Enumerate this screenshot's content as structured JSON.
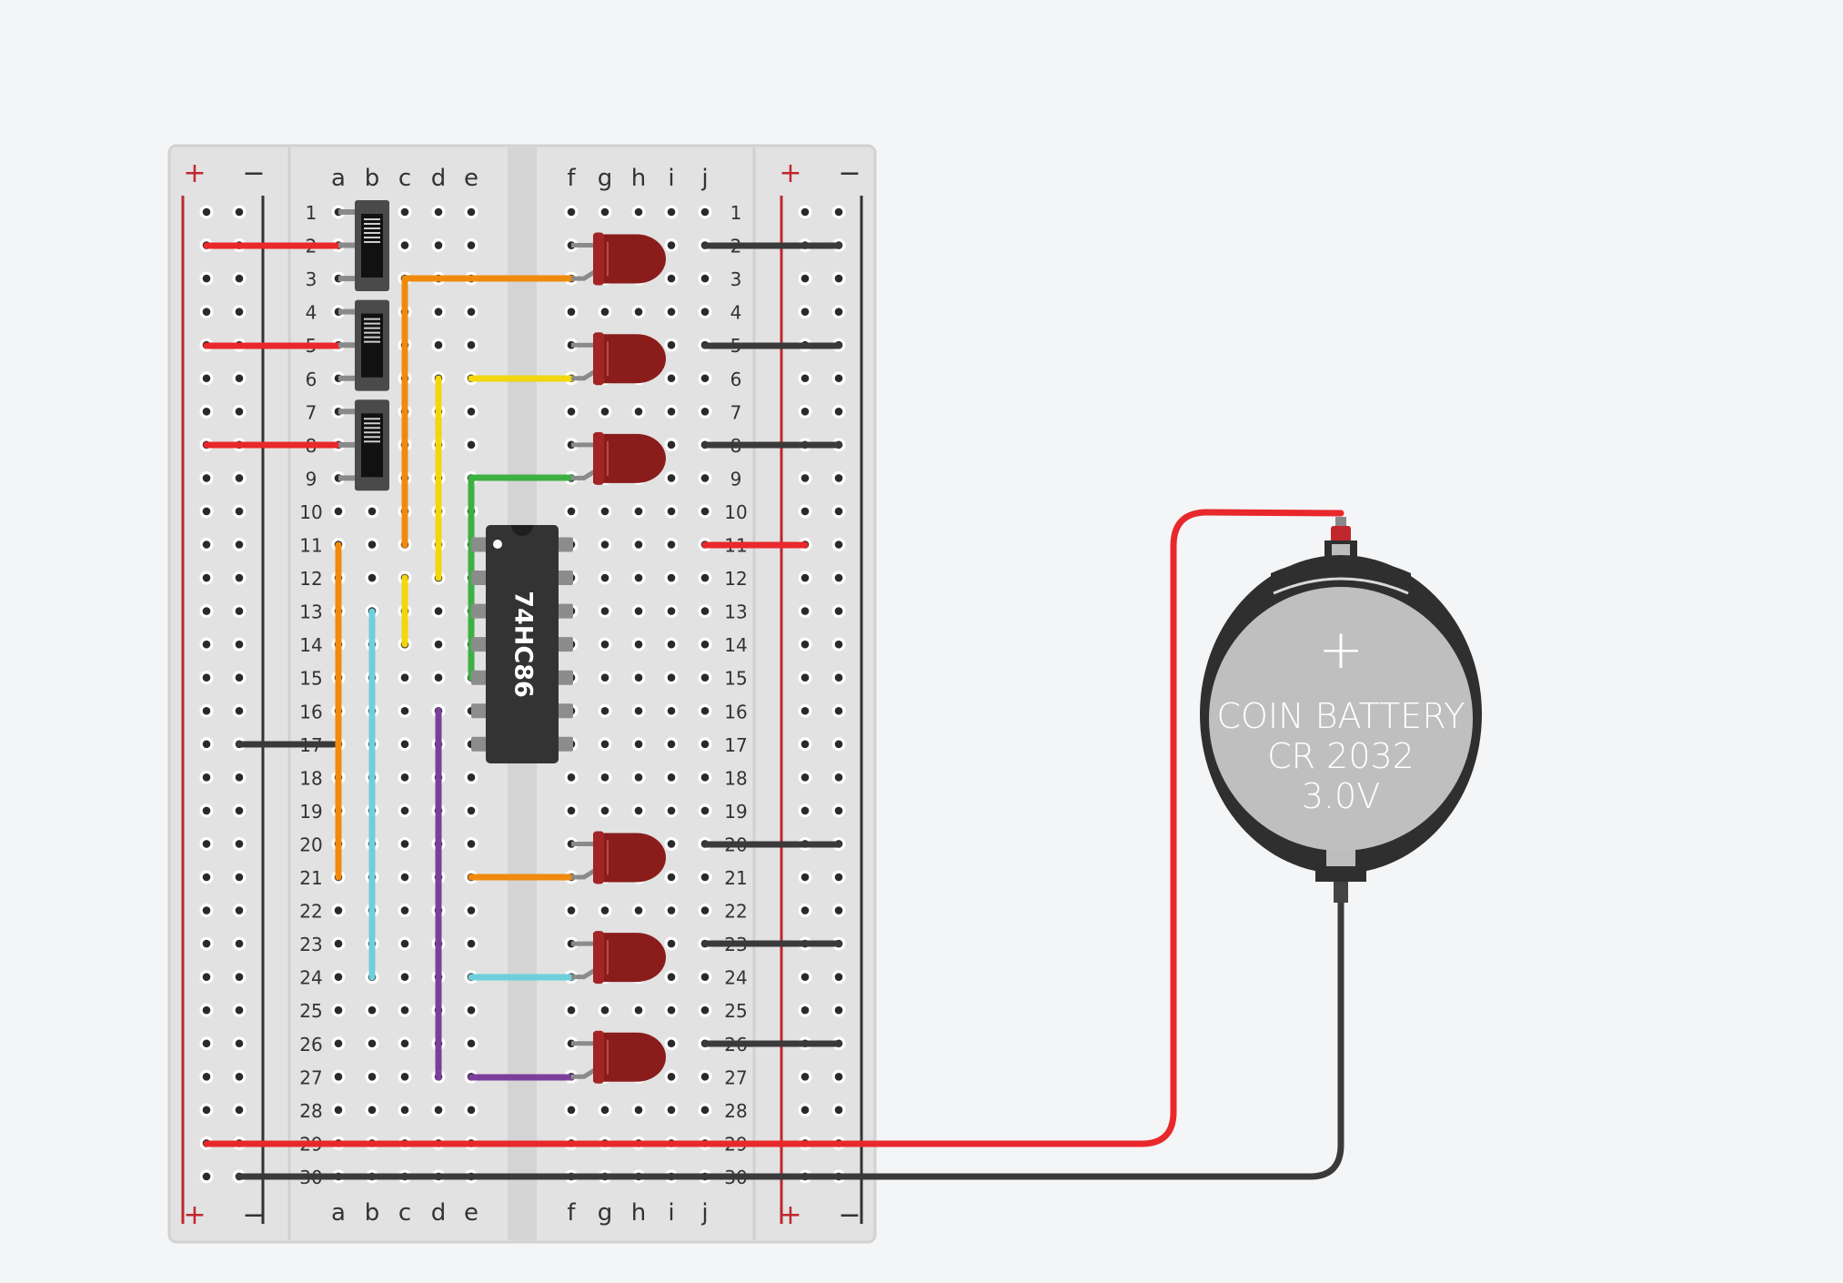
{
  "breadboard": {
    "rail_plus": "+",
    "rail_minus": "−",
    "columns_left": [
      "a",
      "b",
      "c",
      "d",
      "e"
    ],
    "columns_right": [
      "f",
      "g",
      "h",
      "i",
      "j"
    ],
    "rows": 30,
    "row_labels": [
      "1",
      "2",
      "3",
      "4",
      "5",
      "6",
      "7",
      "8",
      "9",
      "10",
      "11",
      "12",
      "13",
      "14",
      "15",
      "16",
      "17",
      "18",
      "19",
      "20",
      "21",
      "22",
      "23",
      "24",
      "25",
      "26",
      "27",
      "28",
      "29",
      "30"
    ]
  },
  "ic": {
    "label": "74HC86",
    "pins_per_side": 7
  },
  "battery": {
    "line1": "COIN BATTERY",
    "line2": "CR 2032",
    "line3": "3.0V",
    "polarity_mark": "+"
  },
  "switches": [
    {
      "name": "slide-switch-1",
      "top_row": 1
    },
    {
      "name": "slide-switch-2",
      "top_row": 4
    },
    {
      "name": "slide-switch-3",
      "top_row": 7
    }
  ],
  "leds": [
    {
      "name": "led-1",
      "row": 2
    },
    {
      "name": "led-2",
      "row": 5
    },
    {
      "name": "led-3",
      "row": 8
    },
    {
      "name": "led-4",
      "row": 20
    },
    {
      "name": "led-5",
      "row": 23
    },
    {
      "name": "led-6",
      "row": 26
    }
  ],
  "colors": {
    "red_wire": "#e8282b",
    "black_wire": "#3a3a3a",
    "orange_wire": "#f08a0c",
    "yellow_wire": "#f2d70c",
    "green_wire": "#3cb043",
    "cyan_wire": "#6ecfdc",
    "purple_wire": "#7b3f9a",
    "led_body": "#8a1c1c",
    "rail_plus": "#c0272d",
    "rail_minus": "#333333",
    "board": "#e3e3e3"
  }
}
